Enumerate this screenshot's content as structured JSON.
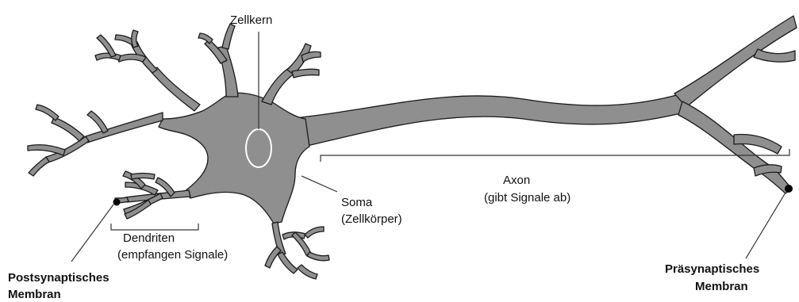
{
  "labels": {
    "nucleus": "Zellkern",
    "axon_title": "Axon",
    "axon_sub": "(gibt Signale ab)",
    "soma_title": "Soma",
    "soma_sub": "(Zellkörper)",
    "dendrites_title": "Dendriten",
    "dendrites_sub": "(empfangen Signale)",
    "postsynaptic_line1": "Postsynaptisches",
    "postsynaptic_line2": "Membran",
    "presynaptic_line1": "Präsynaptisches",
    "presynaptic_line2": "Membran"
  },
  "colors": {
    "cell_fill": "#8f8f8f",
    "cell_outline": "#1a1a1a",
    "nucleus_outline": "#ffffff",
    "line": "#333333"
  }
}
